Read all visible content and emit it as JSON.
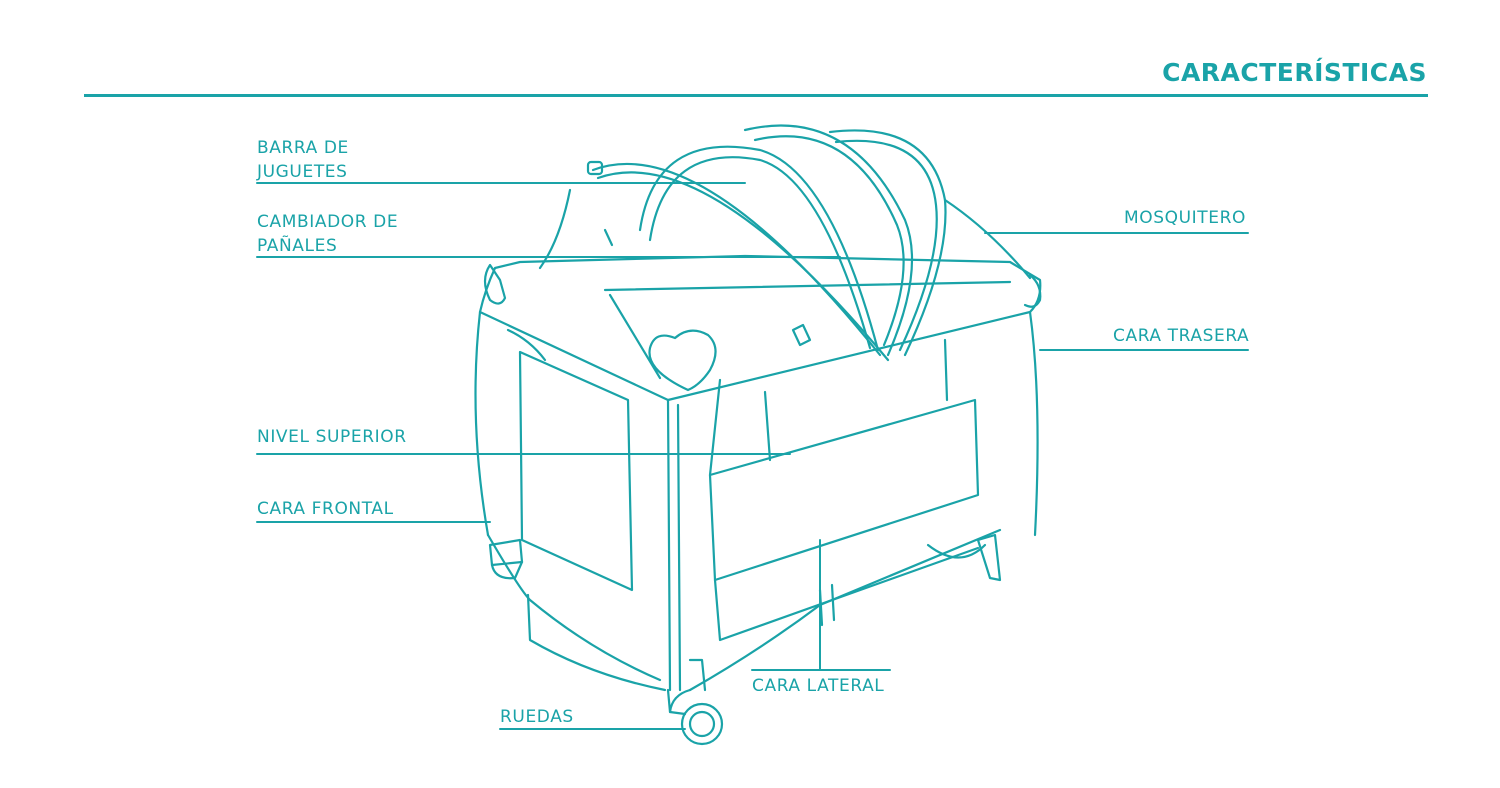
{
  "header": {
    "title": "CARACTERÍSTICAS"
  },
  "labels": {
    "barra": "BARRA DE\nJUGUETES",
    "cambiador": "CAMBIADOR DE\nPAÑALES",
    "nivel": "NIVEL SUPERIOR",
    "frontal": "CARA FRONTAL",
    "ruedas": "RUEDAS",
    "lateral": "CARA LATERAL",
    "mosquitero": "MOSQUITERO",
    "trasera": "CARA TRASERA"
  },
  "colors": {
    "accent": "#1aa3a8"
  }
}
